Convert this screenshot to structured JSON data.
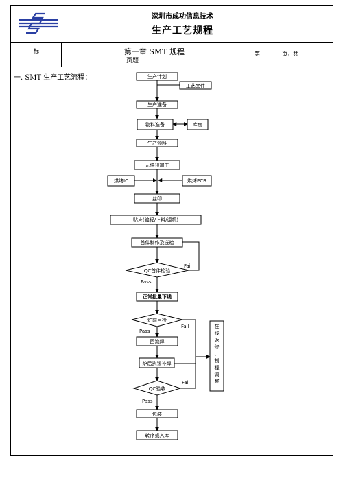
{
  "header": {
    "company": "深圳市成功信息技术",
    "title": "生产工艺规程"
  },
  "info_row": {
    "label_left": "标",
    "chapter_title": "第一章  SMT 规程",
    "subtitle": "页题",
    "page_label": "第",
    "page_suffix": "页，共"
  },
  "section": {
    "heading": "一. SMT 生产工艺流程："
  },
  "flow": {
    "steps": {
      "plan": "生产计划",
      "docs": "工艺文件",
      "prep": "生产准备",
      "material": "物料准备",
      "warehouse": "库房",
      "issue": "生产领料",
      "preprocess": "元件预加工",
      "bake_ic": "烘烤IC",
      "bake_pcb": "烘烤PCB",
      "print": "丝印",
      "mount": "贴片(编程/上料/调机)",
      "first_article": "首件制作及送检",
      "qc_first": "QC首件检验",
      "mass_run": "正常批量下线",
      "pre_furnace": "炉前目检",
      "reflow": "回流焊",
      "post_weld": "炉后执锡补焊",
      "qc_accept": "QC验收",
      "pack": "包装",
      "transfer": "转序或入库",
      "rework": "在线返修、制程调整"
    },
    "labels": {
      "pass1": "Pass",
      "fail1": "Fail",
      "pass2": "Pass",
      "fail2": "Fail",
      "pass3": "Pass",
      "fail3": "Fail"
    }
  }
}
